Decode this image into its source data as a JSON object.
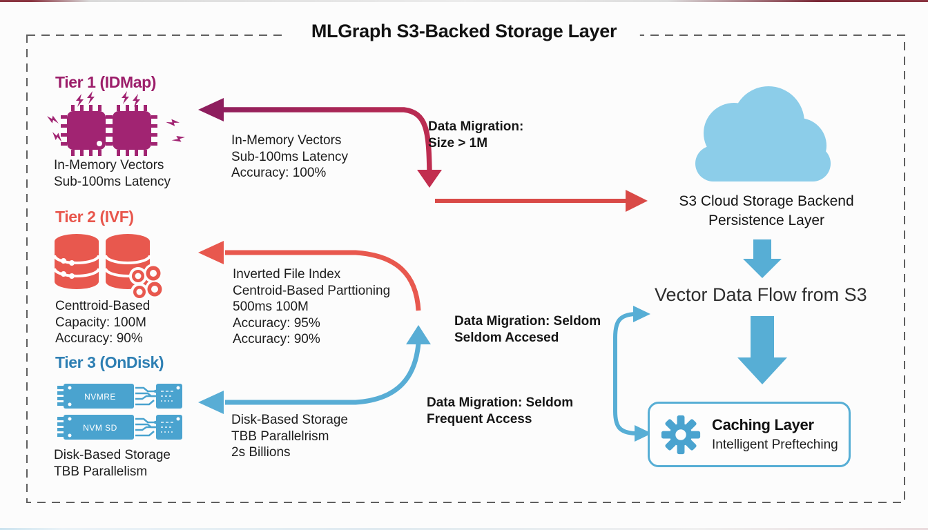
{
  "title": "MLGraph S3-Backed Storage Layer",
  "colors": {
    "tier1_magenta": "#9c1e6a",
    "tier2_coral": "#e8564c",
    "tier3_blue_heading": "#2e7fb3",
    "flow_blue": "#57aed5",
    "cloud_blue": "#8ccde9",
    "arrow_red": "#d94a47"
  },
  "tiers": [
    {
      "heading": "Tier 1 (IDMap)",
      "caption": [
        "In-Memory Vectors",
        "Sub-100ms Latency"
      ]
    },
    {
      "heading": "Tier 2 (IVF)",
      "caption": [
        "Centtroid-Based",
        "Capacity: 100M",
        "Accuracy: 90%"
      ]
    },
    {
      "heading": "Tier 3 (OnDisk)",
      "caption": [
        "Disk-Based Storage",
        "TBB Parallelism"
      ],
      "chip_labels": [
        "NVMRE",
        "NVM SD"
      ]
    }
  ],
  "details": [
    {
      "lines": [
        "In-Memory Vectors",
        "Sub-100ms Latency",
        "Accuracy: 100%"
      ]
    },
    {
      "lines": [
        "Inverted File Index",
        "Centroid-Based Parttioning",
        "500ms 100M",
        "Accuracy: 95%",
        "Accuracy: 90%"
      ]
    },
    {
      "lines": [
        "Disk-Based Storage",
        "TBB Parallelrism",
        "2s Billions"
      ]
    }
  ],
  "migrations": [
    {
      "lines": [
        "Data Migration:",
        "Size > 1M"
      ]
    },
    {
      "lines": [
        "Data Migration: Seldom",
        "Seldom Accesed"
      ]
    },
    {
      "lines": [
        "Data Migration: Seldom",
        "Frequent Access"
      ]
    }
  ],
  "s3_backend": {
    "lines": [
      "S3 Cloud Storage Backend",
      "Persistence Layer"
    ]
  },
  "flow_label": "Vector Data Flow from S3",
  "caching_layer": {
    "title": "Caching Layer",
    "subtitle": "Intelligent Prefteching"
  }
}
